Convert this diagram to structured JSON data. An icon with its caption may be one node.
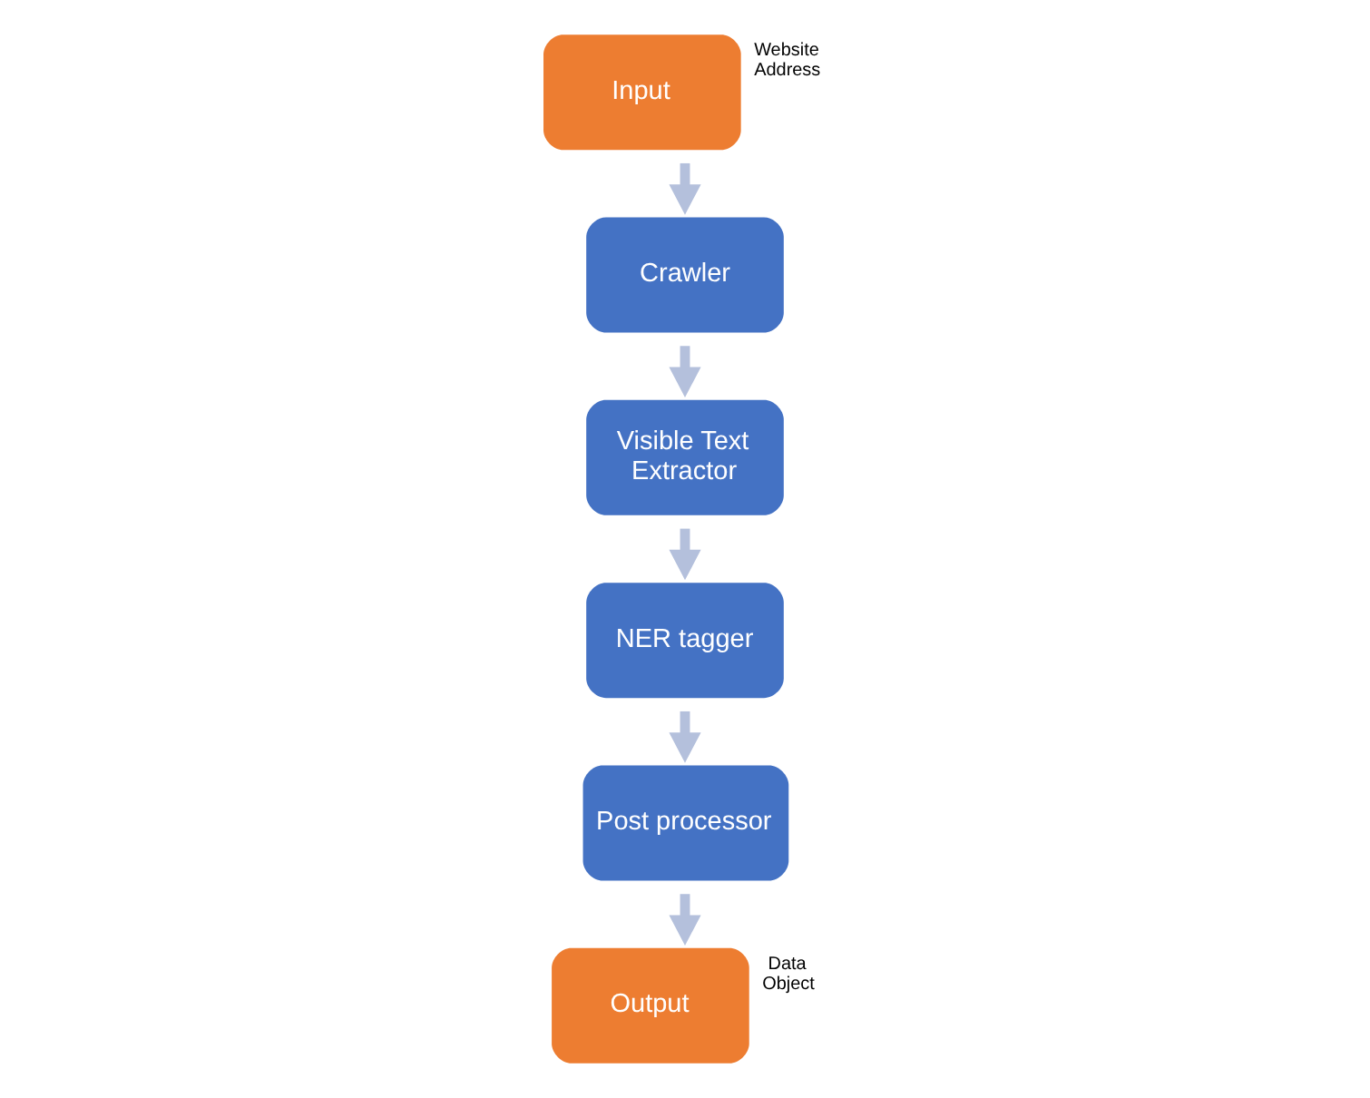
{
  "diagram": {
    "nodes": [
      {
        "text": [
          "Input"
        ],
        "beside": [
          "Website Address"
        ]
      },
      {
        "text": [
          "Crawler"
        ]
      },
      {
        "text": [
          "Visible Text Extractor"
        ]
      },
      {
        "text": [
          "NER tagger"
        ]
      },
      {
        "text": [
          "Post processor"
        ]
      },
      {
        "text": [
          "Output"
        ],
        "beside": [
          "Data Object"
        ]
      }
    ],
    "edges": [
      {
        "from": 0,
        "to": 1,
        "arrow": "to"
      },
      {
        "from": 1,
        "to": 2,
        "arrow": "to"
      },
      {
        "from": 2,
        "to": 3,
        "arrow": "to"
      },
      {
        "from": 3,
        "to": 4,
        "arrow": "to"
      },
      {
        "from": 4,
        "to": 5,
        "arrow": "to"
      }
    ]
  }
}
